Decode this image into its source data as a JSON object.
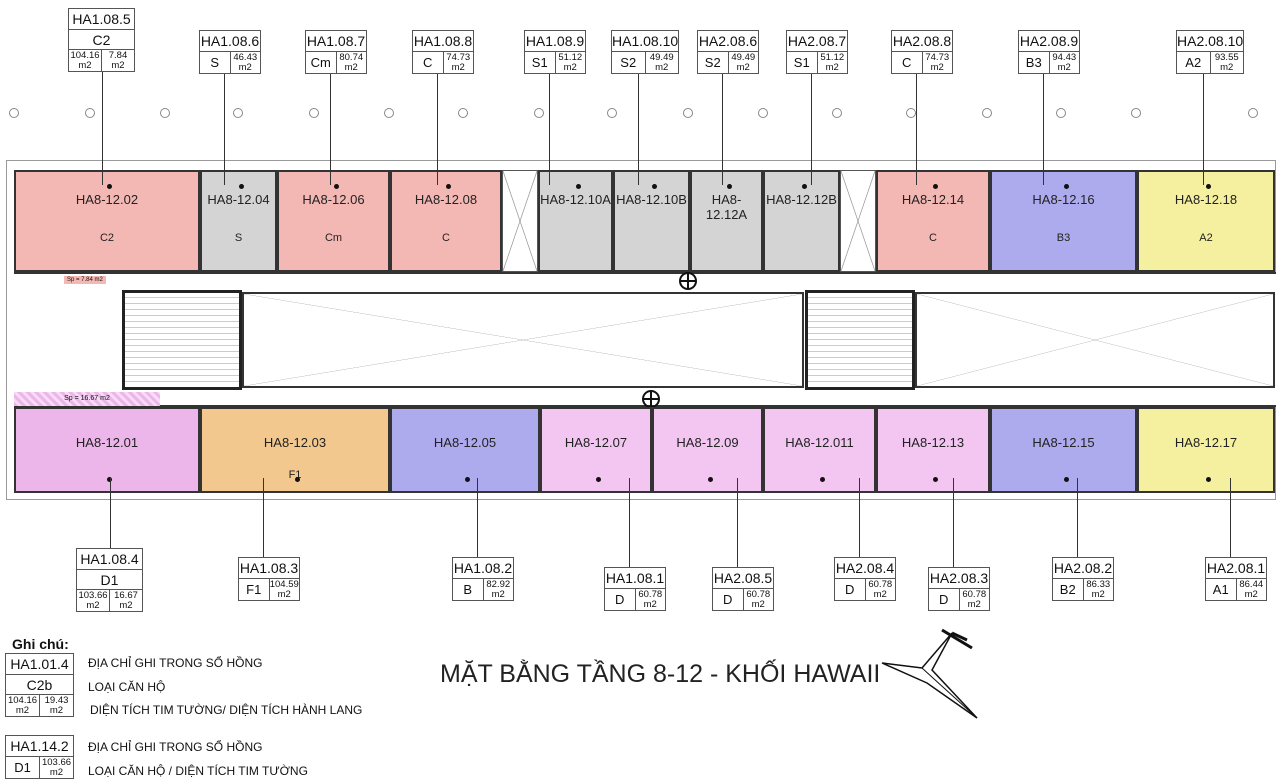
{
  "title": "MẶT BẰNG TẦNG 8-12 - KHỐI HAWAII",
  "colors": {
    "pink": "#f4b8b4",
    "gray": "#d4d4d4",
    "blue": "#aeaaee",
    "yellow": "#f5f0a0",
    "magenta": "#ecb6ea",
    "orange": "#f3c88e",
    "lilac": "#f3c6f2"
  },
  "top_callouts": [
    {
      "code": "HA1.08.5",
      "type": "C2",
      "area": "104.16 m2",
      "corridor": "7.84 m2"
    },
    {
      "code": "HA1.08.6",
      "type": "S",
      "area": "46.43 m2"
    },
    {
      "code": "HA1.08.7",
      "type": "Cm",
      "area": "80.74 m2"
    },
    {
      "code": "HA1.08.8",
      "type": "C",
      "area": "74.73 m2"
    },
    {
      "code": "HA1.08.9",
      "type": "S1",
      "area": "51.12 m2"
    },
    {
      "code": "HA1.08.10",
      "type": "S2",
      "area": "49.49 m2"
    },
    {
      "code": "HA2.08.6",
      "type": "S2",
      "area": "49.49 m2"
    },
    {
      "code": "HA2.08.7",
      "type": "S1",
      "area": "51.12 m2"
    },
    {
      "code": "HA2.08.8",
      "type": "C",
      "area": "74.73 m2"
    },
    {
      "code": "HA2.08.9",
      "type": "B3",
      "area": "94.43 m2"
    },
    {
      "code": "HA2.08.10",
      "type": "A2",
      "area": "93.55 m2"
    }
  ],
  "bottom_callouts": [
    {
      "code": "HA1.08.4",
      "type": "D1",
      "area": "103.66 m2",
      "corridor": "16.67 m2"
    },
    {
      "code": "HA1.08.3",
      "type": "F1",
      "area": "104.59 m2"
    },
    {
      "code": "HA1.08.2",
      "type": "B",
      "area": "82.92 m2"
    },
    {
      "code": "HA1.08.1",
      "type": "D",
      "area": "60.78 m2"
    },
    {
      "code": "HA2.08.5",
      "type": "D",
      "area": "60.78 m2"
    },
    {
      "code": "HA2.08.4",
      "type": "D",
      "area": "60.78 m2"
    },
    {
      "code": "HA2.08.3",
      "type": "D",
      "area": "60.78 m2"
    },
    {
      "code": "HA2.08.2",
      "type": "B2",
      "area": "86.33 m2"
    },
    {
      "code": "HA2.08.1",
      "type": "A1",
      "area": "86.44 m2"
    }
  ],
  "top_units": [
    {
      "name": "HA8-12.02",
      "tag": "C2",
      "color": "pink"
    },
    {
      "name": "HA8-12.04",
      "tag": "S",
      "color": "gray"
    },
    {
      "name": "HA8-12.06",
      "tag": "Cm",
      "color": "pink"
    },
    {
      "name": "HA8-12.08",
      "tag": "C",
      "color": "pink"
    },
    {
      "name": "HA8-12.10A",
      "tag": "",
      "color": "gray"
    },
    {
      "name": "HA8-12.10B",
      "tag": "",
      "color": "gray"
    },
    {
      "name": "HA8-12.12A",
      "tag": "",
      "color": "gray"
    },
    {
      "name": "HA8-12.12B",
      "tag": "",
      "color": "gray"
    },
    {
      "name": "HA8-12.14",
      "tag": "C",
      "color": "pink"
    },
    {
      "name": "HA8-12.16",
      "tag": "B3",
      "color": "blue"
    },
    {
      "name": "HA8-12.18",
      "tag": "A2",
      "color": "yellow"
    }
  ],
  "bottom_units": [
    {
      "name": "HA8-12.01",
      "tag": "",
      "color": "magenta"
    },
    {
      "name": "HA8-12.03",
      "tag": "F1",
      "color": "orange"
    },
    {
      "name": "HA8-12.05",
      "tag": "",
      "color": "blue"
    },
    {
      "name": "HA8-12.07",
      "tag": "",
      "color": "lilac"
    },
    {
      "name": "HA8-12.09",
      "tag": "",
      "color": "lilac"
    },
    {
      "name": "HA8-12.011",
      "tag": "",
      "color": "lilac"
    },
    {
      "name": "HA8-12.13",
      "tag": "",
      "color": "lilac"
    },
    {
      "name": "HA8-12.15",
      "tag": "",
      "color": "blue"
    },
    {
      "name": "HA8-12.17",
      "tag": "",
      "color": "yellow"
    }
  ],
  "corridor_notes": {
    "top": "Sp = 7.84 m2",
    "bottom": "Sp = 16.67 m2"
  },
  "legend": {
    "heading": "Ghi chú:",
    "sample1": {
      "code": "HA1.01.4",
      "type": "C2b",
      "area": "104.16 m2",
      "corridor": "19.43 m2"
    },
    "sample2": {
      "code": "HA1.14.2",
      "type": "D1",
      "area": "103.66 m2"
    },
    "desc_address": "ĐỊA CHỈ GHI TRONG SỔ HỒNG",
    "desc_type": "LOẠI CĂN HỘ",
    "desc_area": "DIỆN TÍCH TIM TƯỜNG/ DIỆN TÍCH HÀNH LANG",
    "desc_address2": "ĐỊA CHỈ GHI TRONG SỔ HỒNG",
    "desc_type_area": "LOẠI CĂN HỘ / DIỆN TÍCH TIM TƯỜNG"
  }
}
